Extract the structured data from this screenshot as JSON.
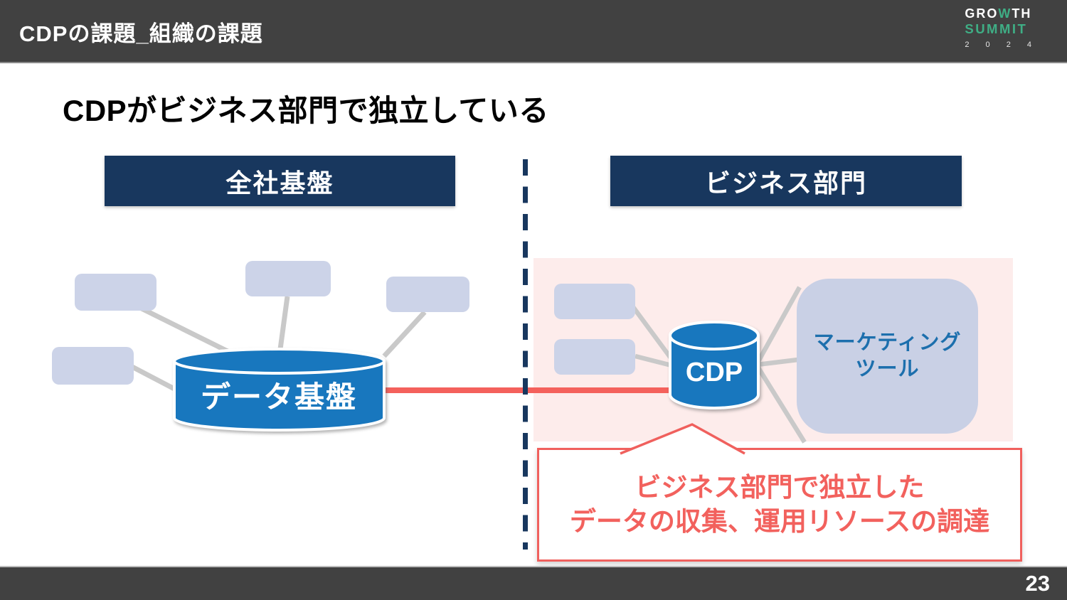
{
  "header": {
    "title": "CDPの課題_組織の課題"
  },
  "logo": {
    "line1_pre": "GRO",
    "line1_w": "W",
    "line1_post": "TH",
    "line2": "SUMMIT",
    "year": "2 0 2 4"
  },
  "main": {
    "title": "CDPがビジネス部門で独立している",
    "left_section": {
      "header": "全社基盤",
      "database_label": "データ基盤"
    },
    "right_section": {
      "header": "ビジネス部門",
      "cdp_label": "CDP",
      "marketing_tool": {
        "line1": "マーケティング",
        "line2": "ツール"
      }
    },
    "callout": {
      "line1": "ビジネス部門で独立した",
      "line2": "データの収集、運用リソースの調達"
    }
  },
  "footer": {
    "page_number": "23"
  },
  "colors": {
    "bar_gray": "#414141",
    "accent_navy": "#18375e",
    "cylinder_blue": "#1877be",
    "box_lavender": "#ccd3e8",
    "panel_pink": "#fdeceb",
    "accent_red": "#f2615d",
    "logo_green": "#3fae85",
    "connector_gray": "#c9c9c9",
    "marketing_text_blue": "#1c6fad"
  }
}
